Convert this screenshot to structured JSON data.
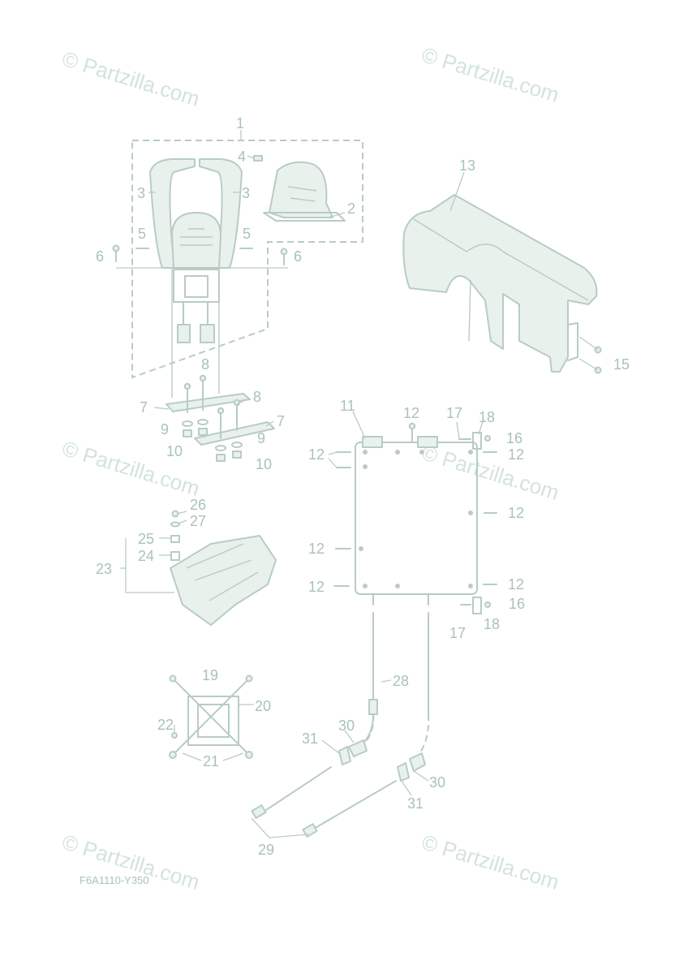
{
  "watermark": {
    "text": "© Partzilla.com"
  },
  "diagram_code": "F6A1110-Y350",
  "callouts": {
    "c1": "1",
    "c2": "2",
    "c3a": "3",
    "c3b": "3",
    "c4": "4",
    "c5a": "5",
    "c5b": "5",
    "c6a": "6",
    "c6b": "6",
    "c7a": "7",
    "c7b": "7",
    "c8a": "8",
    "c8b": "8",
    "c9a": "9",
    "c9b": "9",
    "c10a": "10",
    "c10b": "10",
    "c11": "11",
    "c12a": "12",
    "c12b": "12",
    "c12c": "12",
    "c12d": "12",
    "c12e": "12",
    "c12f": "12",
    "c12g": "12",
    "c12h": "12",
    "c13": "13",
    "c15": "15",
    "c16a": "16",
    "c16b": "16",
    "c17a": "17",
    "c17b": "17",
    "c18a": "18",
    "c18b": "18",
    "c19": "19",
    "c20": "20",
    "c21": "21",
    "c22": "22",
    "c23": "23",
    "c24": "24",
    "c25": "25",
    "c26": "26",
    "c27": "27",
    "c28": "28",
    "c29": "29",
    "c30a": "30",
    "c30b": "30",
    "c31a": "31",
    "c31b": "31"
  }
}
